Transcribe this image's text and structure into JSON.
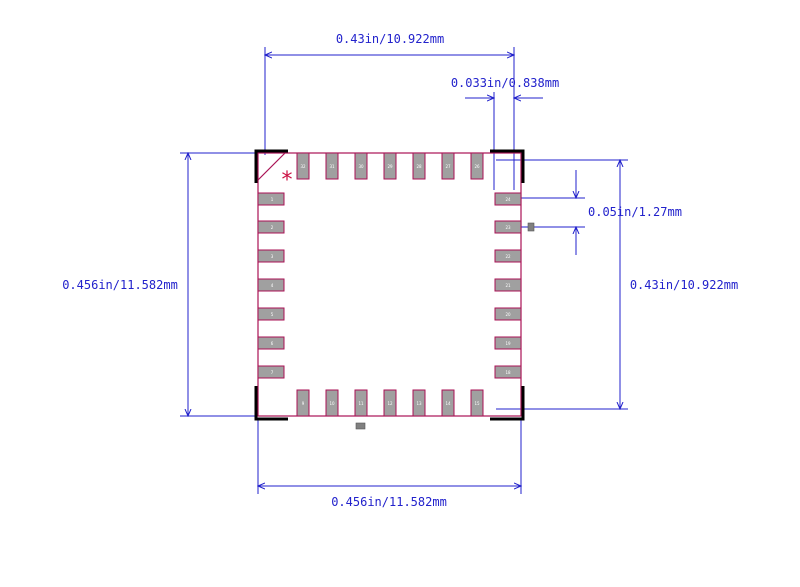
{
  "dimensions": {
    "top_width": "0.43in/10.922mm",
    "pad_width": "0.033in/0.838mm",
    "pitch": "0.05in/1.27mm",
    "left_height": "0.456in/11.582mm",
    "right_height": "0.43in/10.922mm",
    "bottom_width": "0.456in/11.582mm"
  },
  "pin1_marker": "*",
  "pads": {
    "top": [
      "32",
      "31",
      "30",
      "29",
      "28",
      "27",
      "26"
    ],
    "bottom": [
      "9",
      "10",
      "11",
      "12",
      "13",
      "14",
      "15"
    ],
    "left": [
      "1",
      "2",
      "3",
      "4",
      "5",
      "6",
      "7"
    ],
    "right": [
      "24",
      "23",
      "22",
      "21",
      "20",
      "19",
      "18"
    ]
  },
  "colors": {
    "dimension_line": "#2222cc",
    "outline": "#aa1155",
    "pad_fill": "#a0a0a0",
    "corner_mark": "#000000",
    "pin1_marker": "#cc1144"
  }
}
